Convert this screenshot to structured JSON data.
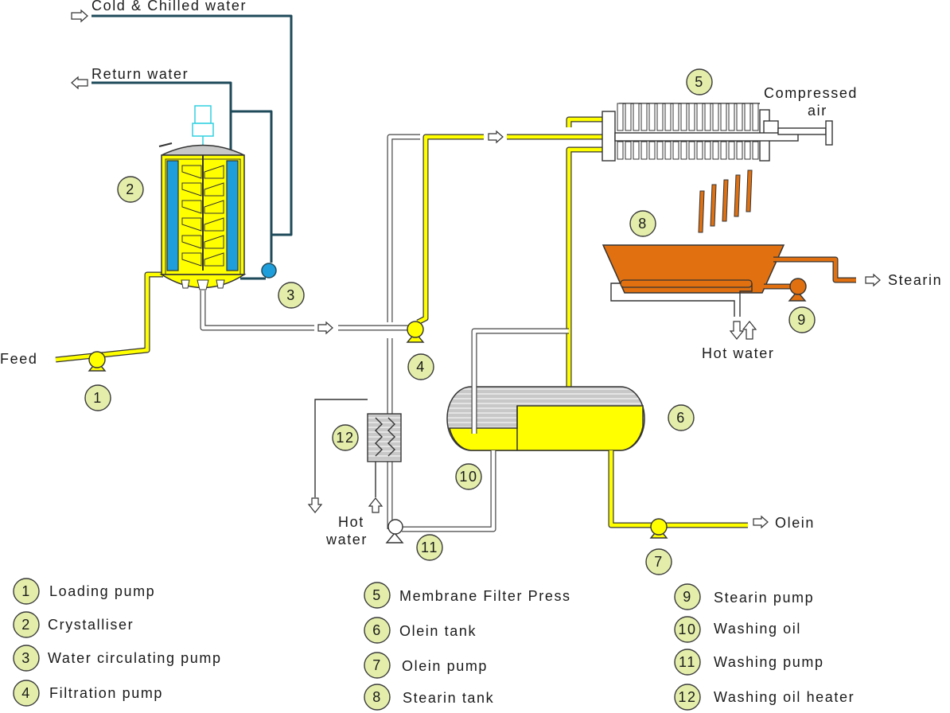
{
  "flows": {
    "cold_chilled_water": "Cold & Chilled water",
    "return_water": "Return water",
    "feed": "Feed",
    "compressed_air_line1": "Compressed",
    "compressed_air_line2": "air",
    "stearin": "Stearin",
    "hot_water_right": "Hot water",
    "hot_water_left_line1": "Hot",
    "hot_water_left_line2": "water",
    "olein": "Olein"
  },
  "markers": {
    "m1": "1",
    "m2": "2",
    "m3": "3",
    "m4": "4",
    "m5": "5",
    "m6": "6",
    "m7": "7",
    "m8": "8",
    "m9": "9",
    "m10": "10",
    "m11": "11",
    "m12": "12"
  },
  "legend": [
    {
      "num": "1",
      "label": "Loading pump"
    },
    {
      "num": "2",
      "label": "Crystalliser"
    },
    {
      "num": "3",
      "label": "Water circulating pump"
    },
    {
      "num": "4",
      "label": "Filtration pump"
    },
    {
      "num": "5",
      "label": "Membrane Filter Press"
    },
    {
      "num": "6",
      "label": "Olein tank"
    },
    {
      "num": "7",
      "label": "Olein pump"
    },
    {
      "num": "8",
      "label": "Stearin tank"
    },
    {
      "num": "9",
      "label": "Stearin pump"
    },
    {
      "num": "10",
      "label": "Washing oil"
    },
    {
      "num": "11",
      "label": "Washing pump"
    },
    {
      "num": "12",
      "label": "Washing oil heater"
    }
  ],
  "colors": {
    "product_oil": "#ffff00",
    "stearin": "#e07010",
    "cooling_panel": "#1e9fdc",
    "cooling_line": "#1e4a5a",
    "marker_fill": "#e4eeaa",
    "vapor_space": "#c8c8c8"
  }
}
